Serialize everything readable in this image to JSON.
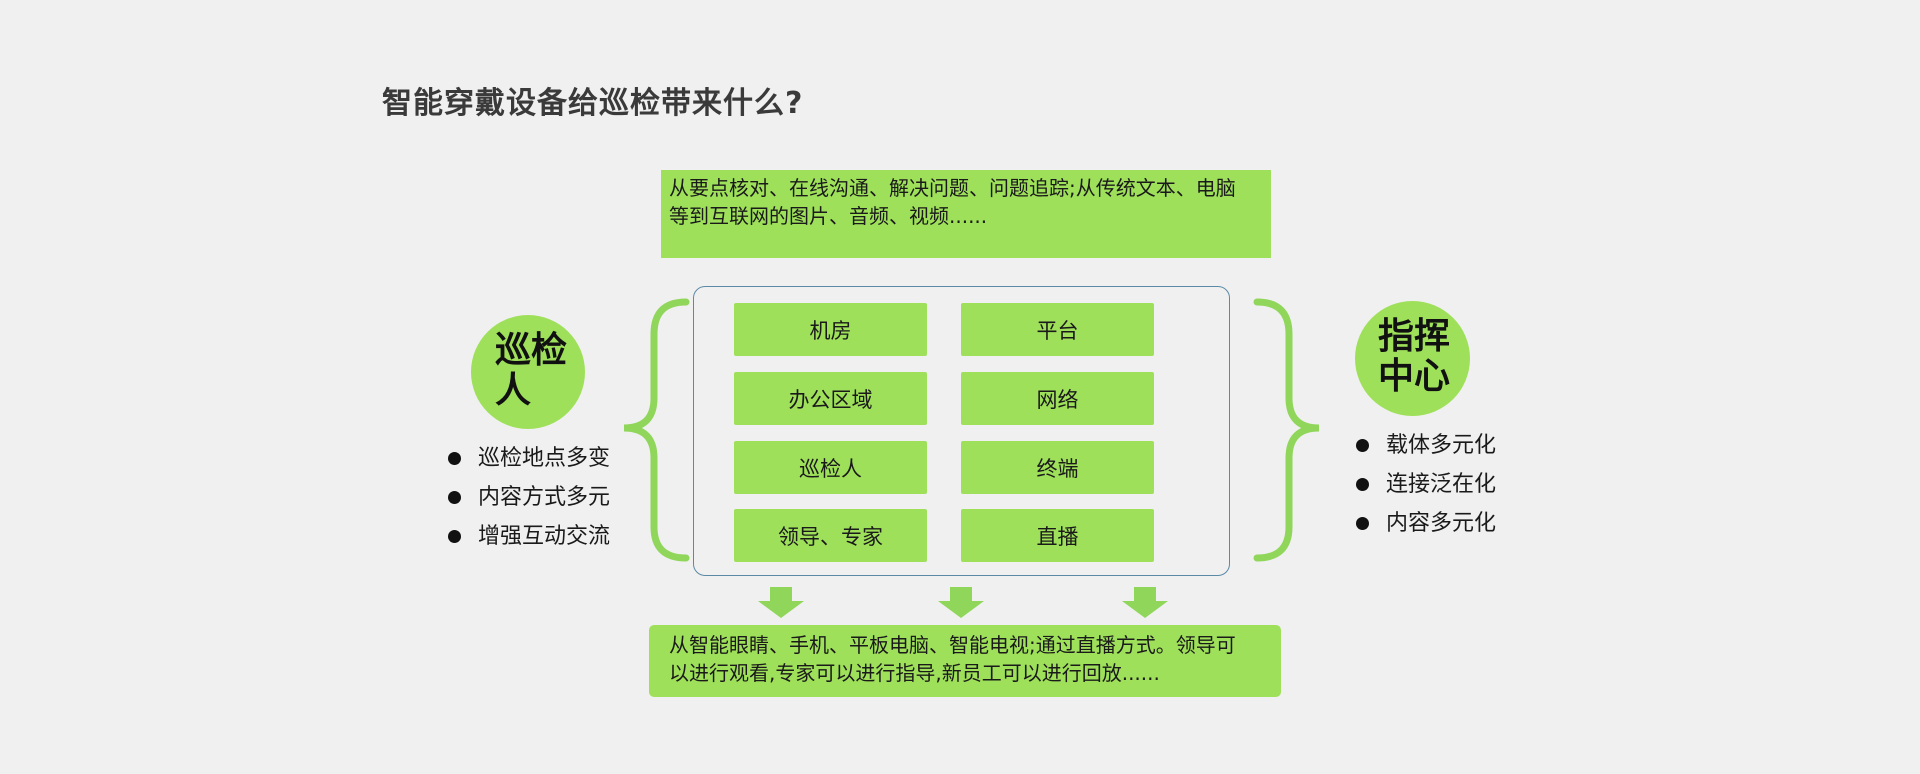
{
  "title": "智能穿戴设备给巡检带来什么?",
  "top_box": {
    "line1": "从要点核对、在线沟通、解决问题、问题追踪;从传统文本、电脑",
    "line2": "等到互联网的图片、音频、视频......"
  },
  "left": {
    "circle_line1": "巡检",
    "circle_line2": "人",
    "bullets": [
      "巡检地点多变",
      "内容方式多元",
      "增强互动交流"
    ]
  },
  "right": {
    "circle_line1": "指挥",
    "circle_line2": "中心",
    "bullets": [
      "载体多元化",
      "连接泛在化",
      "内容多元化"
    ]
  },
  "grid": {
    "left_column": [
      "机房",
      "办公区域",
      "巡检人",
      "领导、专家"
    ],
    "right_column": [
      "平台",
      "网络",
      "终端",
      "直播"
    ]
  },
  "bottom_box": {
    "line1": "从智能眼睛、手机、平板电脑、智能电视;通过直播方式。领导可",
    "line2": "以进行观看,专家可以进行指导,新员工可以进行回放......"
  },
  "colors": {
    "accent_green": "#9fe05a",
    "brace_green": "#8fd65a",
    "frame_border": "#5b8aa6",
    "background": "#f0f0f0"
  }
}
